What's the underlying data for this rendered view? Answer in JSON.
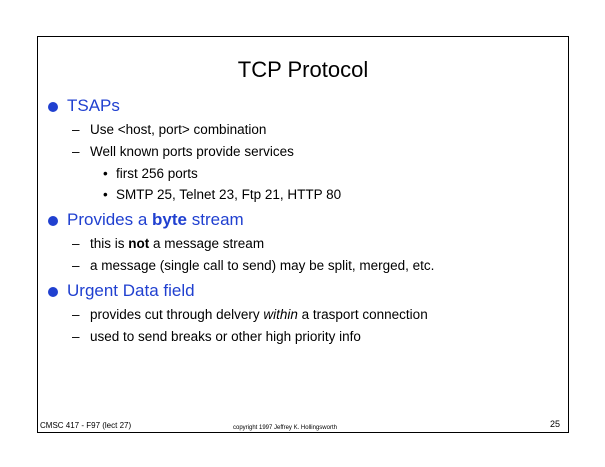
{
  "slide": {
    "title": "TCP Protocol",
    "sections": [
      {
        "heading": "TSAPs",
        "items": [
          {
            "text": "Use <host, port> combination"
          },
          {
            "text": "Well known ports provide services",
            "subitems": [
              "first 256 ports",
              "SMTP 25, Telnet 23, Ftp 21, HTTP 80"
            ]
          }
        ]
      },
      {
        "heading_pre": "Provides a ",
        "heading_bold": "byte",
        "heading_post": " stream",
        "items": [
          {
            "pre": "this is ",
            "bold": "not",
            "post": " a message stream"
          },
          {
            "text": "a message (single call to send) may be split, merged, etc."
          }
        ]
      },
      {
        "heading": "Urgent Data field",
        "items": [
          {
            "pre": "provides cut through delvery ",
            "italic": "within",
            "post": " a trasport connection"
          },
          {
            "text": "used to send breaks or other high priority info"
          }
        ]
      }
    ],
    "footer": {
      "left": "CMSC 417 - F97  (lect 27)",
      "center": "copyright 1997 Jeffrey K. Hollingsworth",
      "page_number": "25"
    },
    "colors": {
      "heading": "#2040d0",
      "text": "#000000",
      "border": "#000000",
      "background": "#ffffff"
    }
  }
}
